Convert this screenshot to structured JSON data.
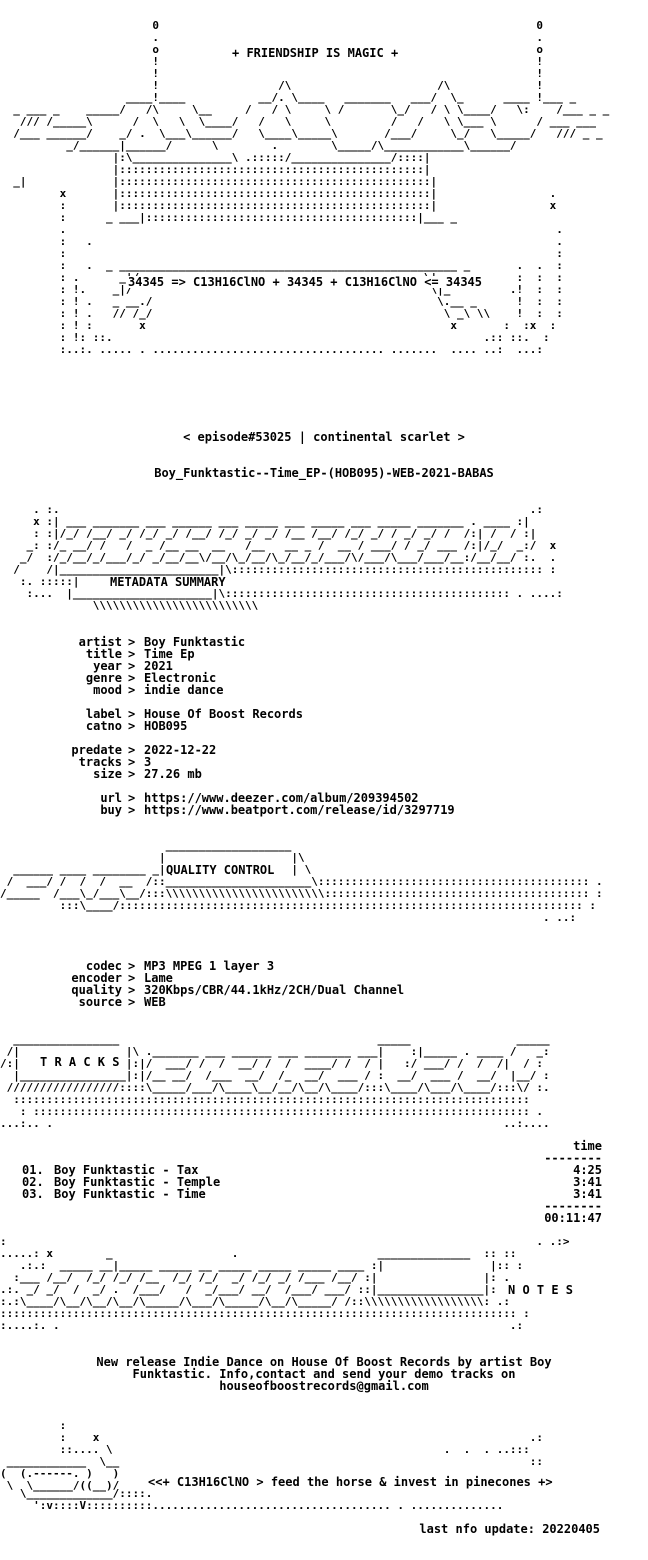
{
  "header": {
    "tagline": "+ FRIENDSHIP IS MAGIC +",
    "formula": "34345 => C13H16ClNO + 34345 + C13H16ClNO <= 34345"
  },
  "episode": "< episode#53025 | continental scarlet >",
  "release_name": "Boy_Funktastic--Time_EP-(HOB095)-WEB-2021-BABAS",
  "metadata": {
    "section_title": "METADATA SUMMARY",
    "rows": [
      {
        "key": "artist",
        "value": "Boy Funktastic"
      },
      {
        "key": "title",
        "value": "Time Ep"
      },
      {
        "key": "year",
        "value": "2021"
      },
      {
        "key": "genre",
        "value": "Electronic"
      },
      {
        "key": "mood",
        "value": "indie dance"
      },
      {
        "key": "label",
        "value": "House Of Boost Records"
      },
      {
        "key": "catno",
        "value": "HOB095"
      },
      {
        "key": "predate",
        "value": "2022-12-22"
      },
      {
        "key": "tracks",
        "value": "3"
      },
      {
        "key": "size",
        "value": "27.26 mb"
      },
      {
        "key": "url",
        "value": "https://www.deezer.com/album/209394502"
      },
      {
        "key": "buy",
        "value": "https://www.beatport.com/release/id/3297719"
      }
    ]
  },
  "quality": {
    "section_title": "QUALITY CONTROL",
    "rows": [
      {
        "key": "codec",
        "value": "MP3 MPEG 1 layer 3"
      },
      {
        "key": "encoder",
        "value": "Lame"
      },
      {
        "key": "quality",
        "value": "320Kbps/CBR/44.1kHz/2CH/Dual Channel"
      },
      {
        "key": "source",
        "value": "WEB"
      }
    ]
  },
  "tracks": {
    "section_title": "T R A C K S",
    "time_header": "time",
    "items": [
      {
        "num": "01.",
        "title": "Boy Funktastic - Tax",
        "time": "4:25"
      },
      {
        "num": "02.",
        "title": "Boy Funktastic - Temple",
        "time": "3:41"
      },
      {
        "num": "03.",
        "title": "Boy Funktastic - Time",
        "time": "3:41"
      }
    ],
    "total": "00:11:47"
  },
  "notes": {
    "section_title": "N O T E S",
    "lines": [
      "New release Indie Dance on House Of Boost Records by artist Boy",
      "Funktastic. Info,contact and send your demo tracks on",
      "houseofboostrecords@gmail.com"
    ]
  },
  "footer": {
    "slogan": "<<+ C13H16ClNO > feed the horse & invest in pinecones +>",
    "last_update": "last nfo update: 20220405"
  }
}
